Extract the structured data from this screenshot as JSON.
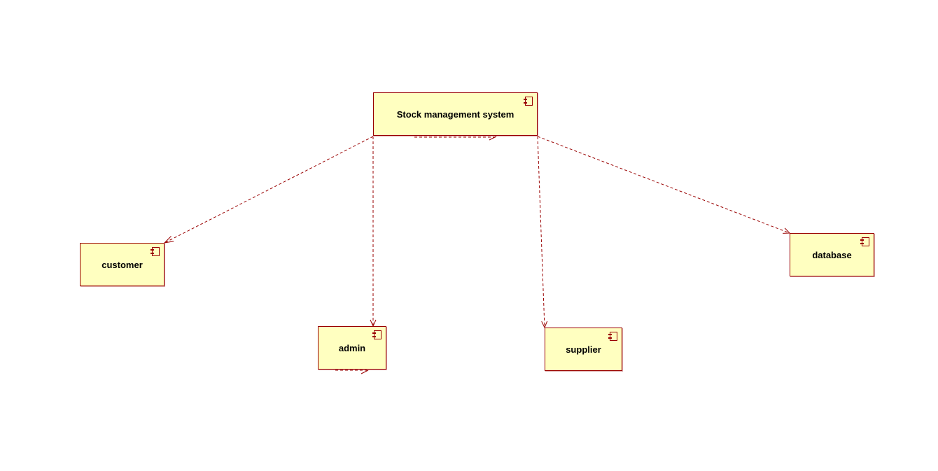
{
  "colors": {
    "component_fill": "#ffffc0",
    "component_border": "#990000",
    "dependency_line": "#990000"
  },
  "components": {
    "system": {
      "label": "Stock management system",
      "icon": "component-icon"
    },
    "customer": {
      "label": "customer",
      "icon": "component-icon"
    },
    "admin": {
      "label": "admin",
      "icon": "component-icon"
    },
    "supplier": {
      "label": "supplier",
      "icon": "component-icon"
    },
    "database": {
      "label": "database",
      "icon": "component-icon"
    }
  },
  "dependencies": [
    {
      "from": "system",
      "to": "customer",
      "style": "dashed",
      "arrow": "open"
    },
    {
      "from": "system",
      "to": "admin",
      "style": "dashed",
      "arrow": "open"
    },
    {
      "from": "system",
      "to": "supplier",
      "style": "dashed",
      "arrow": "open"
    },
    {
      "from": "system",
      "to": "database",
      "style": "dashed",
      "arrow": "open"
    }
  ]
}
